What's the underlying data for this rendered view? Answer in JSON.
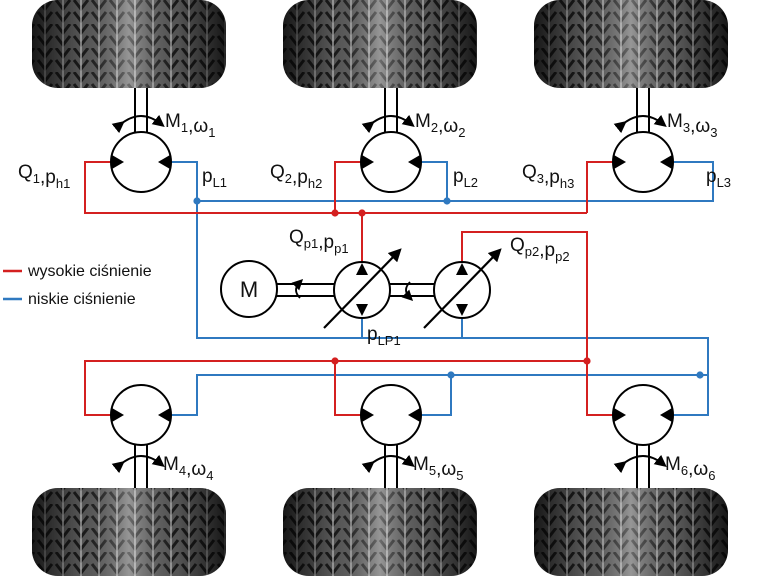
{
  "legend": {
    "high_pressure": "wysokie ciśnienie",
    "low_pressure": "niskie ciśnienie"
  },
  "colors": {
    "high_pressure": "#d42020",
    "low_pressure": "#2f79c0",
    "outline": "#000000"
  },
  "engine": {
    "label": "M"
  },
  "wheels": [
    {
      "torque": {
        "main": "M",
        "sub": "1"
      },
      "speed": {
        "main": "ω",
        "sub": "1"
      }
    },
    {
      "torque": {
        "main": "M",
        "sub": "2"
      },
      "speed": {
        "main": "ω",
        "sub": "2"
      }
    },
    {
      "torque": {
        "main": "M",
        "sub": "3"
      },
      "speed": {
        "main": "ω",
        "sub": "3"
      }
    },
    {
      "torque": {
        "main": "M",
        "sub": "4"
      },
      "speed": {
        "main": "ω",
        "sub": "4"
      }
    },
    {
      "torque": {
        "main": "M",
        "sub": "5"
      },
      "speed": {
        "main": "ω",
        "sub": "5"
      }
    },
    {
      "torque": {
        "main": "M",
        "sub": "6"
      },
      "speed": {
        "main": "ω",
        "sub": "6"
      }
    }
  ],
  "flows": [
    {
      "q": {
        "main": "Q",
        "sub": "1"
      },
      "p": {
        "main": "p",
        "sub": "h1"
      }
    },
    {
      "q": {
        "main": "Q",
        "sub": "2"
      },
      "p": {
        "main": "p",
        "sub": "h2"
      }
    },
    {
      "q": {
        "main": "Q",
        "sub": "3"
      },
      "p": {
        "main": "p",
        "sub": "h3"
      }
    }
  ],
  "low_pressures": [
    {
      "main": "p",
      "sub": "L1"
    },
    {
      "main": "p",
      "sub": "L2"
    },
    {
      "main": "p",
      "sub": "L3"
    }
  ],
  "pumps": [
    {
      "q": {
        "main": "Q",
        "sub": "p1"
      },
      "p": {
        "main": "p",
        "sub": "p1"
      }
    },
    {
      "q": {
        "main": "Q",
        "sub": "p2"
      },
      "p": {
        "main": "p",
        "sub": "p2"
      }
    }
  ],
  "pump_return": {
    "main": "p",
    "sub": "LP1"
  },
  "separator": ","
}
